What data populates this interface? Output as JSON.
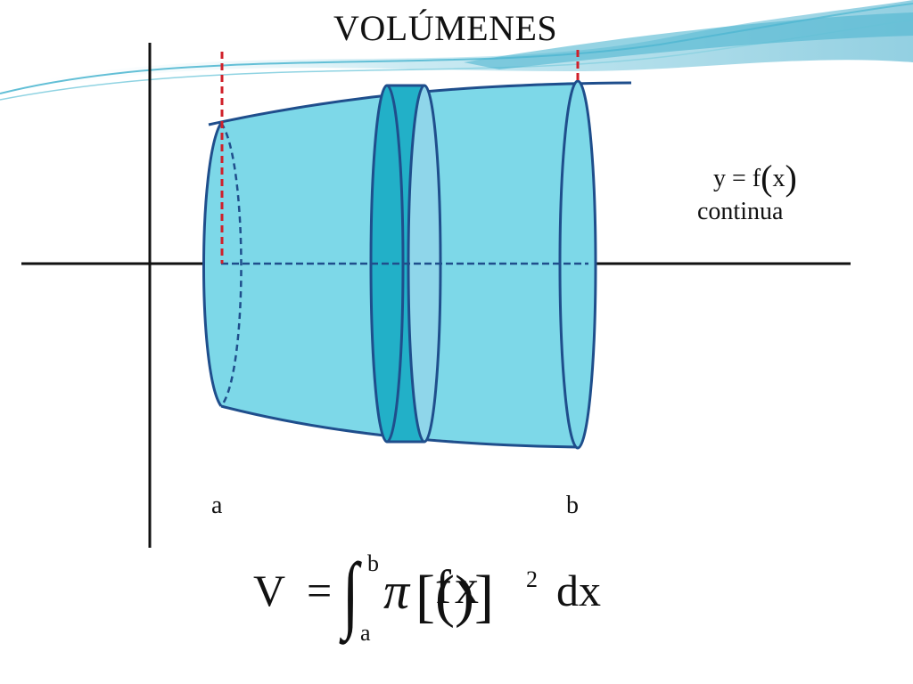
{
  "slide": {
    "title": "VOLÚMENES",
    "function_label": {
      "lhs": "y",
      "eq": "=",
      "fname": "f",
      "open": "(",
      "var": "x",
      "close": ")"
    },
    "continuity_label": "continua",
    "lower_limit": "a",
    "upper_limit": "b"
  },
  "formula": {
    "lhs": "V",
    "eq": "=",
    "integral_sign": "∫",
    "upper": "b",
    "lower": "a",
    "pi": "π",
    "open_bracket": "[",
    "fname": "f",
    "open_paren": "(",
    "var": "x",
    "close_paren": ")",
    "close_bracket": "]",
    "power": "2",
    "differential": "dx"
  },
  "colors": {
    "solid_fill": "#7dd8e8",
    "solid_stroke": "#1f4e8c",
    "disk_fill": "#22b0c8",
    "disk_face": "#8fd6ea",
    "axis": "#111111",
    "limit_marker": "#d0202a",
    "header_wave": "#4fb6d0"
  }
}
